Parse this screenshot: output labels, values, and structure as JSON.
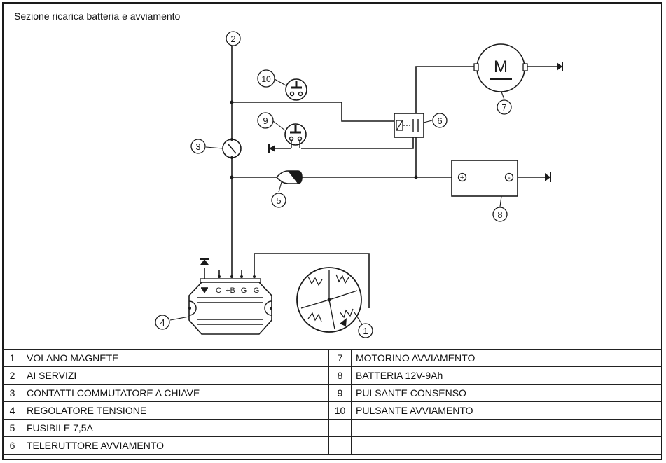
{
  "title": "Sezione ricarica batteria e avviamento",
  "callouts": [
    "1",
    "2",
    "3",
    "4",
    "5",
    "6",
    "7",
    "8",
    "9",
    "10"
  ],
  "motor_symbol": "M",
  "battery_plus": "+",
  "battery_minus": "-",
  "regulator_terminals": [
    "C",
    "+B",
    "G",
    "G"
  ],
  "legend": {
    "left": [
      {
        "num": "1",
        "label": "VOLANO MAGNETE"
      },
      {
        "num": "2",
        "label": "AI SERVIZI"
      },
      {
        "num": "3",
        "label": "CONTATTI COMMUTATORE A CHIAVE"
      },
      {
        "num": "4",
        "label": "REGOLATORE TENSIONE"
      },
      {
        "num": "5",
        "label": "FUSIBILE 7,5A"
      },
      {
        "num": "6",
        "label": "TELERUTTORE AVVIAMENTO"
      }
    ],
    "right": [
      {
        "num": "7",
        "label": "MOTORINO AVVIAMENTO"
      },
      {
        "num": "8",
        "label": "BATTERIA 12V-9Ah"
      },
      {
        "num": "9",
        "label": "PULSANTE CONSENSO"
      },
      {
        "num": "10",
        "label": "PULSANTE AVVIAMENTO"
      },
      {
        "num": "",
        "label": ""
      },
      {
        "num": "",
        "label": ""
      }
    ]
  }
}
